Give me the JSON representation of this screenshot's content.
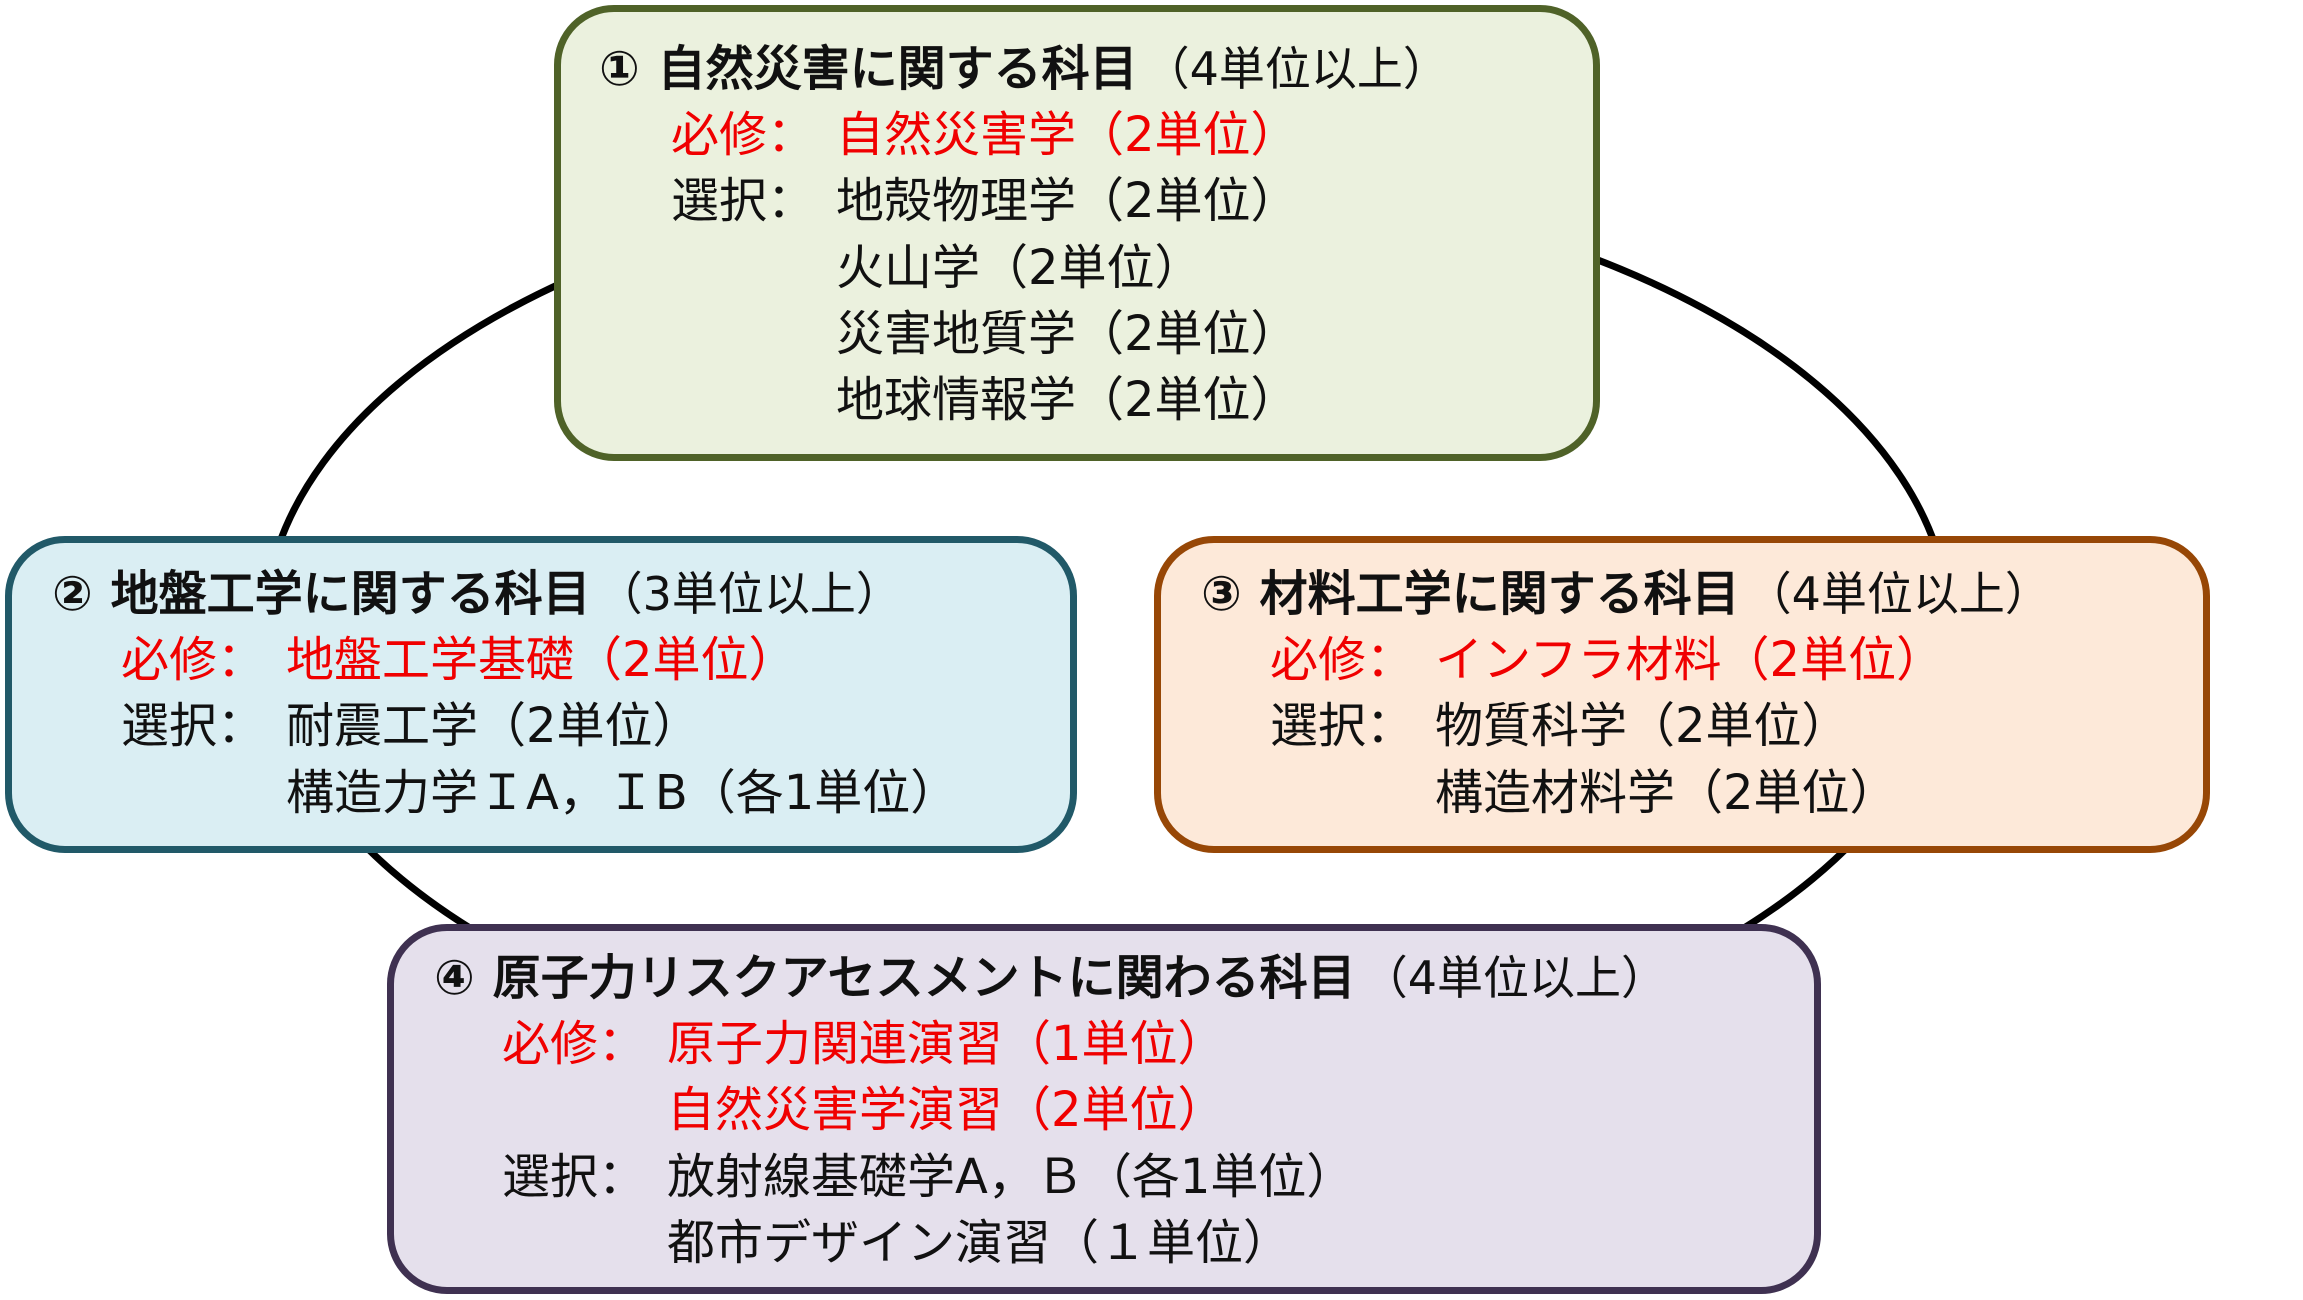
{
  "boxes": [
    {
      "number": "①",
      "title": "自然災害に関する科目",
      "credits": "（4単位以上）",
      "required_label": "必修：",
      "required": [
        "自然災害学（2単位）"
      ],
      "elective_label": "選択：",
      "electives": [
        "地殻物理学（2単位）",
        "火山学（2単位）",
        "災害地質学（2単位）",
        "地球情報学（2単位）"
      ],
      "background": "#ebf1de",
      "border": "#4f6228"
    },
    {
      "number": "②",
      "title": "地盤工学に関する科目",
      "credits": "（3単位以上）",
      "required_label": "必修：",
      "required": [
        "地盤工学基礎（2単位）"
      ],
      "elective_label": "選択：",
      "electives": [
        "耐震工学（2単位）",
        "構造力学ＩA，ＩB（各1単位）"
      ],
      "background": "#daeef3",
      "border": "#215968"
    },
    {
      "number": "③",
      "title": "材料工学に関する科目",
      "credits": "（4単位以上）",
      "required_label": "必修：",
      "required": [
        "インフラ材料（2単位）"
      ],
      "elective_label": "選択：",
      "electives": [
        "物質科学（2単位）",
        "構造材料学（2単位）"
      ],
      "background": "#fde9d9",
      "border": "#974706"
    },
    {
      "number": "④",
      "title": "原子力リスクアセスメントに関わる科目",
      "credits": "（4単位以上）",
      "required_label": "必修：",
      "required": [
        "原子力関連演習（1単位）",
        "自然災害学演習（2単位）"
      ],
      "elective_label": "選択：",
      "electives": [
        "放射線基礎学A，Ｂ（各1単位）",
        "都市デザイン演習（１単位）"
      ],
      "background": "#e5e0ec",
      "border": "#3f3151"
    }
  ],
  "colors": {
    "required_text": "#f00000",
    "ring": "#000000"
  }
}
